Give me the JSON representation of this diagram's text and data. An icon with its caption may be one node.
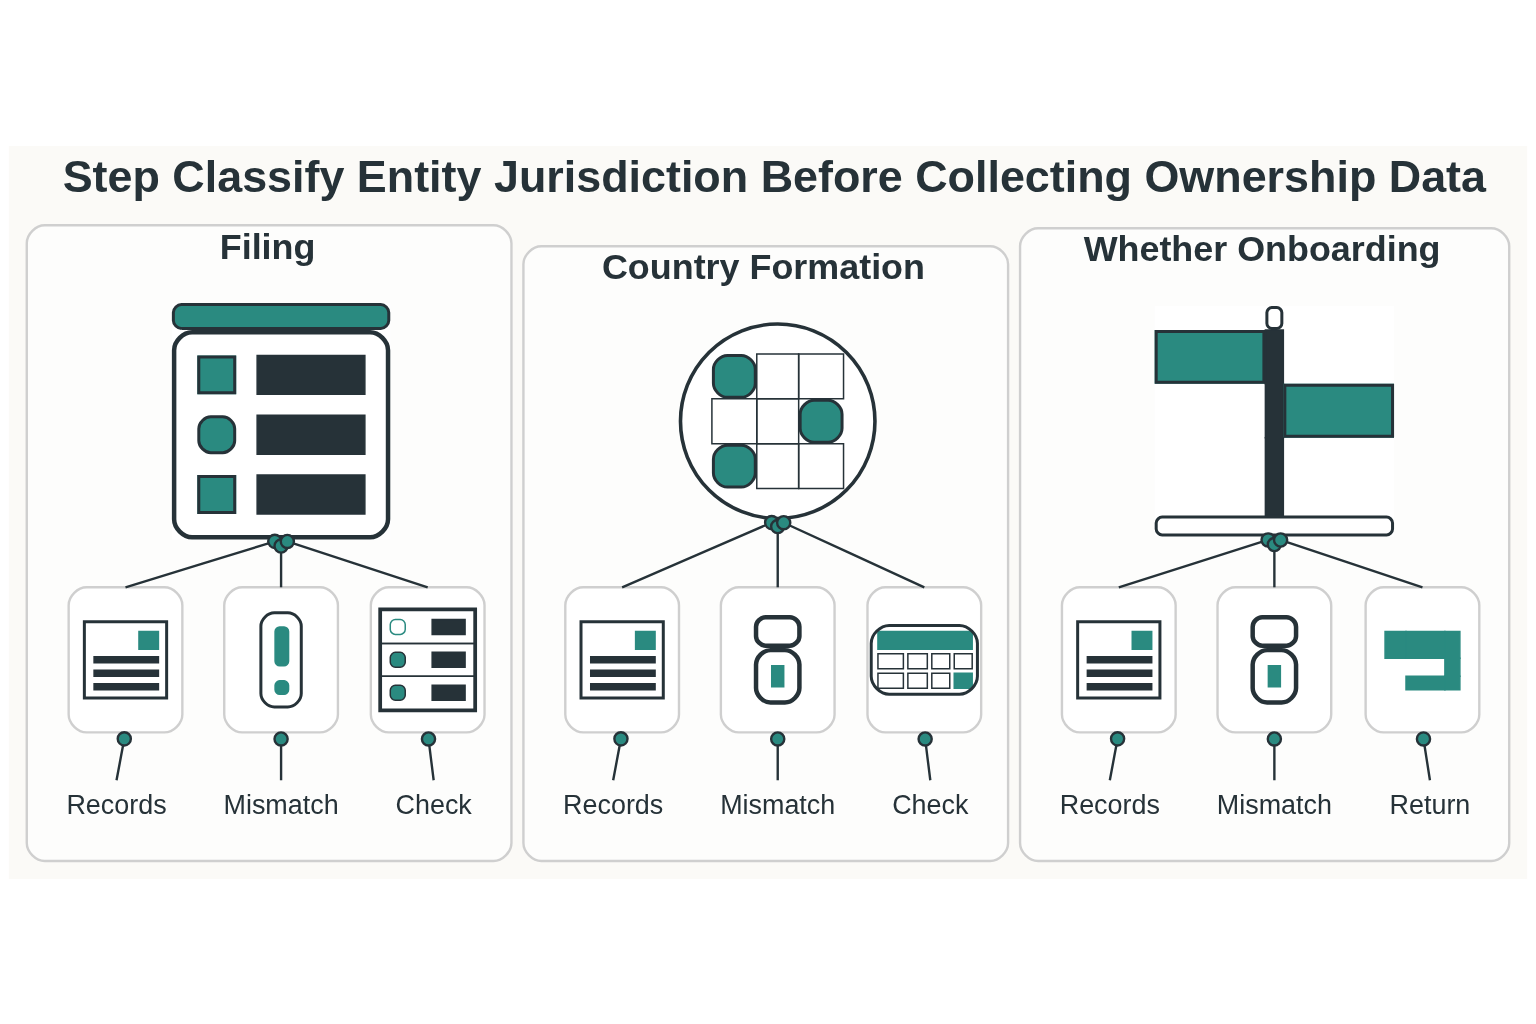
{
  "diagram": {
    "title": "Step Classify Entity Jurisdiction Before Collecting Ownership Data",
    "nodes": [
      {
        "text": [
          "Filing"
        ]
      },
      {
        "text": [],
        "shape": "picture",
        "in": 0
      },
      {
        "text": [],
        "shape": "box",
        "in": 0
      },
      {
        "text": [],
        "shape": "box",
        "in": 0
      },
      {
        "text": [],
        "shape": "box",
        "in": 0
      },
      {
        "text": [
          "Records"
        ],
        "in": 0
      },
      {
        "text": [
          "Mismatch"
        ],
        "in": 0
      },
      {
        "text": [
          "Check"
        ],
        "in": 0
      },
      {
        "text": [
          "Country Formation"
        ]
      },
      {
        "text": [],
        "shape": "picture",
        "in": 8
      },
      {
        "text": [],
        "shape": "box",
        "in": 8
      },
      {
        "text": [],
        "shape": "box",
        "in": 8
      },
      {
        "text": [],
        "shape": "box",
        "in": 8
      },
      {
        "text": [
          "Records"
        ],
        "in": 8
      },
      {
        "text": [
          "Mismatch"
        ],
        "in": 8
      },
      {
        "text": [
          "Check"
        ],
        "in": 8
      },
      {
        "text": [
          "Whether Onboarding"
        ]
      },
      {
        "text": [],
        "shape": "picture",
        "in": 16
      },
      {
        "text": [],
        "shape": "box",
        "in": 16
      },
      {
        "text": [],
        "shape": "box",
        "in": 16
      },
      {
        "text": [],
        "shape": "box",
        "in": 16
      },
      {
        "text": [
          "Records"
        ],
        "in": 16
      },
      {
        "text": [
          "Mismatch"
        ],
        "in": 16
      },
      {
        "text": [
          "Return"
        ],
        "in": 16
      }
    ],
    "edges": [
      {
        "from": 1,
        "to": 2,
        "arrow": "other"
      },
      {
        "from": 1,
        "to": 3,
        "arrow": "other"
      },
      {
        "from": 1,
        "to": 4,
        "arrow": "other"
      },
      {
        "from": 2,
        "to": 5,
        "arrow": "other"
      },
      {
        "from": 3,
        "to": 6,
        "arrow": "other"
      },
      {
        "from": 4,
        "to": 7,
        "arrow": "other"
      },
      {
        "from": 9,
        "to": 10,
        "arrow": "other"
      },
      {
        "from": 9,
        "to": 11,
        "arrow": "other"
      },
      {
        "from": 9,
        "to": 12,
        "arrow": "other"
      },
      {
        "from": 10,
        "to": 13,
        "arrow": "other"
      },
      {
        "from": 11,
        "to": 14,
        "arrow": "other"
      },
      {
        "from": 12,
        "to": 15,
        "arrow": "other"
      },
      {
        "from": 17,
        "to": 18,
        "arrow": "other"
      },
      {
        "from": 17,
        "to": 19,
        "arrow": "other"
      },
      {
        "from": 17,
        "to": 20,
        "arrow": "other"
      },
      {
        "from": 18,
        "to": 21,
        "arrow": "other"
      },
      {
        "from": 19,
        "to": 22,
        "arrow": "other"
      },
      {
        "from": 20,
        "to": 23,
        "arrow": "other"
      }
    ]
  }
}
